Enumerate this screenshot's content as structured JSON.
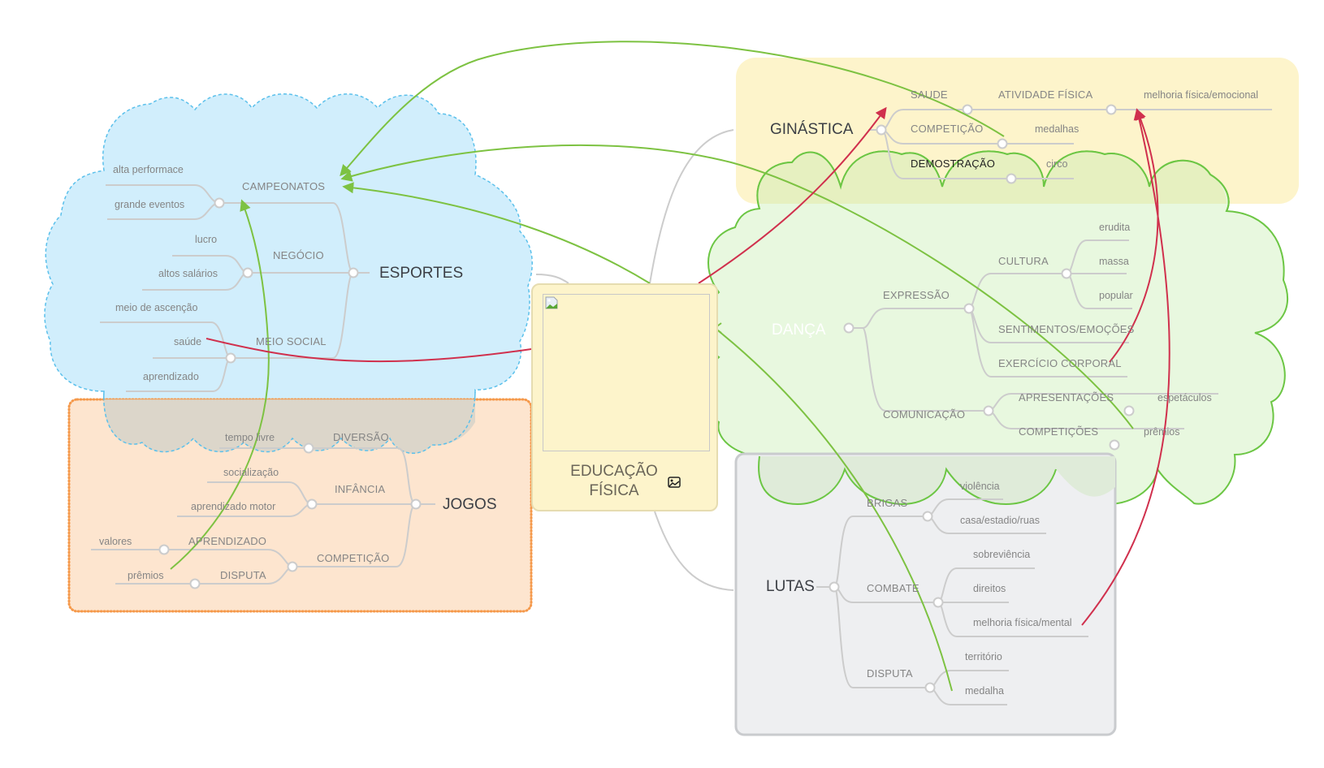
{
  "colors": {
    "esportes_fill": "#d1eefc",
    "esportes_stroke": "#5bc0eb",
    "jogos_fill": "#fde0c7",
    "jogos_stroke": "#f5994b",
    "ginastica_fill": "#fdf4cb",
    "danca_fill": "#e5f7dc",
    "danca_stroke": "#6cc644",
    "lutas_fill": "#eeeff1",
    "lutas_stroke": "#c9cbce",
    "branch_line": "#cccccc",
    "relation_green": "#7dc242",
    "relation_red": "#d0304d"
  },
  "center": {
    "title": "EDUCAÇÃO FÍSICA",
    "title_line1": "EDUCAÇÃO",
    "title_line2": "FÍSICA",
    "image_icon": "image-icon",
    "broken_image_icon": "broken-image-icon"
  },
  "esportes": {
    "title": "ESPORTES",
    "campeonatos": "CAMPEONATOS",
    "alta_performace": "alta performace",
    "grande_eventos": "grande eventos",
    "negocio": "NEGÓCIO",
    "lucro": "lucro",
    "altos_salarios": "altos salários",
    "meio_social": "MEIO SOCIAL",
    "meio_de_ascencao": "meio de ascenção",
    "saude": "saúde",
    "aprendizado": "aprendizado"
  },
  "jogos": {
    "title": "JOGOS",
    "diversao": "DIVERSÃO",
    "tempo_livre": "tempo livre",
    "infancia": "INFÂNCIA",
    "socializacao": "socialização",
    "aprendizado_motor": "aprendizado motor",
    "competicao": "COMPETIÇÃO",
    "aprendizado": "APRENDIZADO",
    "valores": "valores",
    "disputa": "DISPUTA",
    "premios": "prêmios"
  },
  "ginastica": {
    "title": "GINÁSTICA",
    "saude": "SAUDE",
    "atividade_fisica": "ATIVIDADE FÍSICA",
    "melhoria": "melhoria física/emocional",
    "competicao": "COMPETIÇÃO",
    "medalhas": "medalhas",
    "demostracao": "DEMOSTRAÇÃO",
    "circo": "circo"
  },
  "danca": {
    "title": "DANÇA",
    "expressao": "EXPRESSÃO",
    "cultura": "CULTURA",
    "erudita": "erudita",
    "massa": "massa",
    "popular": "popular",
    "sentimentos": "SENTIMENTOS/EMOÇÕES",
    "exercicio": "EXERCÍCIO CORPORAL",
    "comunicacao": "COMUNICAÇÃO",
    "apresentacoes": "APRESENTAÇÕES",
    "espetaculos": "espetáculos",
    "competicoes": "COMPETIÇÕES",
    "premios": "prêmios"
  },
  "lutas": {
    "title": "LUTAS",
    "brigas": "BRIGAS",
    "violencia": "violência",
    "casa": "casa/estadio/ruas",
    "combate": "COMBATE",
    "sobrevivencia": "sobreviência",
    "direitos": "direitos",
    "melhoria": "melhoria física/mental",
    "disputa": "DISPUTA",
    "territorio": "território",
    "medalha": "medalha"
  }
}
